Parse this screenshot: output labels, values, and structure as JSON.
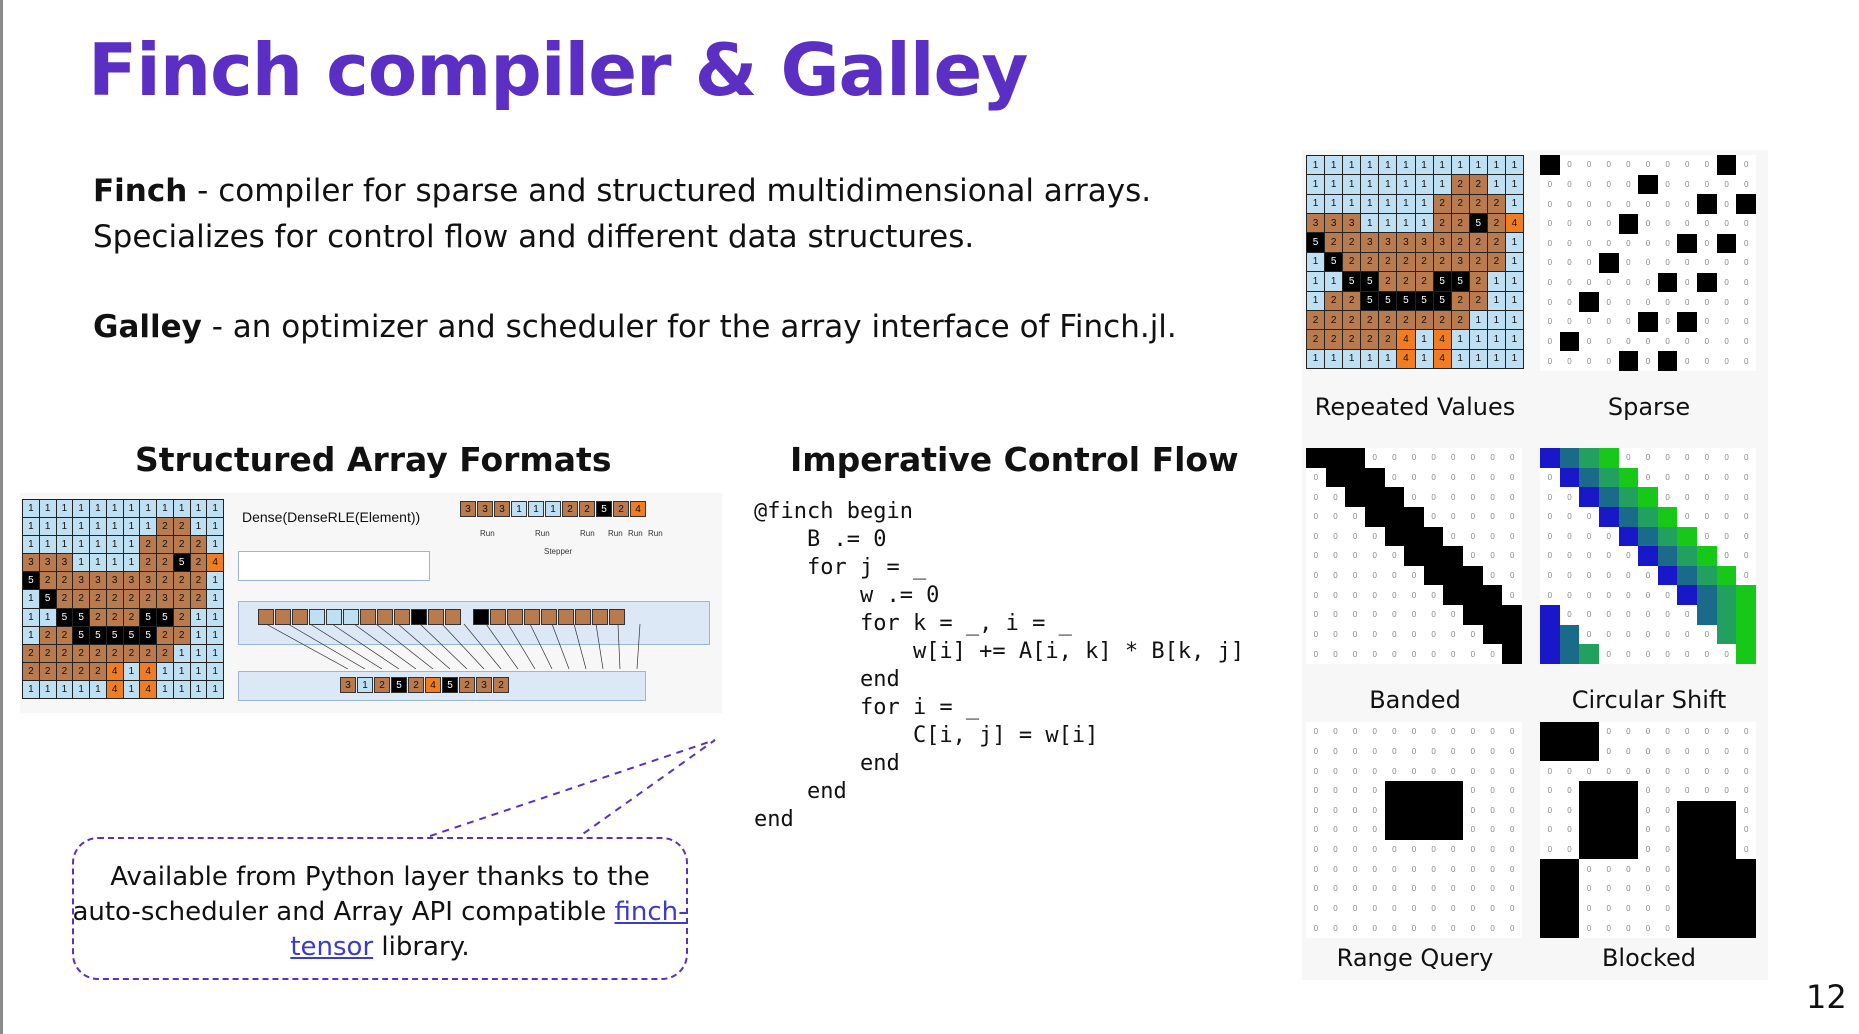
{
  "slide": {
    "title": "Finch compiler & Galley",
    "page_number": "12"
  },
  "description": {
    "finch_term": "Finch",
    "finch_text": " - compiler for sparse and structured multidimensional arrays. Specializes for control flow and different data structures.",
    "galley_term": "Galley",
    "galley_text": " - an optimizer and scheduler for the array interface of Finch.jl."
  },
  "formats_section": {
    "heading": "Structured Array Formats",
    "format_label": "Dense(DenseRLE(Element))",
    "run_labels": [
      "Run",
      "Run",
      "Run",
      "Run",
      "Run",
      "Run"
    ],
    "stepper_label": "Stepper",
    "ellipsis": "..."
  },
  "control_section": {
    "heading": "Imperative Control Flow",
    "code": "@finch begin\n    B .= 0\n    for j = _\n        w .= 0\n        for k = _, i = _\n            w[i] += A[i, k] * B[k, j]\n        end\n        for i = _\n            C[i, j] = w[i]\n        end\n    end\nend"
  },
  "callout": {
    "text_before": "Available from Python layer thanks to the auto-scheduler and Array API compatible ",
    "link_text": "finch-tensor",
    "text_after": " library."
  },
  "patterns": {
    "repeated_values": "Repeated Values",
    "sparse": "Sparse",
    "banded": "Banded",
    "circular_shift": "Circular Shift",
    "range_query": "Range Query",
    "blocked": "Blocked"
  },
  "colors": {
    "title": "#5b2fc4",
    "cell_blue": "#bfe0f2",
    "cell_brown": "#b97a4e",
    "cell_orange": "#f07d22",
    "cell_black": "#000000",
    "link": "#3c3cc8"
  }
}
